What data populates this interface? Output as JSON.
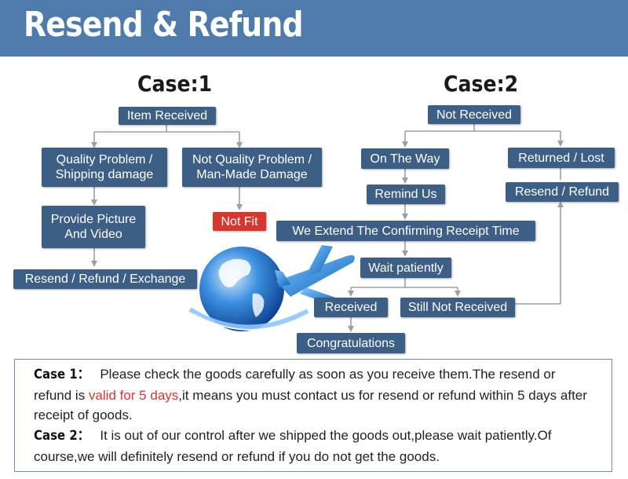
{
  "header": {
    "title": "Resend & Refund",
    "color": "#4f7baa"
  },
  "case1": {
    "heading": "Case:1",
    "root": "Item Received",
    "quality_problem": [
      "Quality Problem /",
      "Shipping damage"
    ],
    "not_quality": [
      "Not Quality Problem /",
      "Man-Made Damage"
    ],
    "provide": [
      "Provide Picture",
      "And Video"
    ],
    "not_fit": "Not Fit",
    "resolution": "Resend / Refund / Exchange"
  },
  "case2": {
    "heading": "Case:2",
    "root": "Not Received",
    "on_the_way": "On The Way",
    "remind": "Remind Us",
    "extend": "We Extend The Confirming Receipt Time",
    "wait": "Wait patiently",
    "received": "Received",
    "still_not": "Still Not Received",
    "congrats": "Congratulations",
    "returned_lost": "Returned / Lost",
    "resend_refund": "Resend / Refund"
  },
  "colors": {
    "box": "#3d5f85",
    "alert": "#d6372e",
    "line": "#9aa0a8"
  },
  "notes": {
    "case1_label": "Case 1",
    "case1_sep": "：",
    "case1_text_a": "Please check the goods carefully as soon as you receive them.The resend or refund is ",
    "case1_highlight": "valid for 5 days",
    "case1_text_b": ",it means you must contact us for resend or refund within 5 days after receipt of goods.",
    "case2_label": "Case 2",
    "case2_sep": "：",
    "case2_text": "It is out of our control after we shipped the goods out,please wait patiently.Of course,we will definitely resend or refund if you do not get the goods."
  }
}
